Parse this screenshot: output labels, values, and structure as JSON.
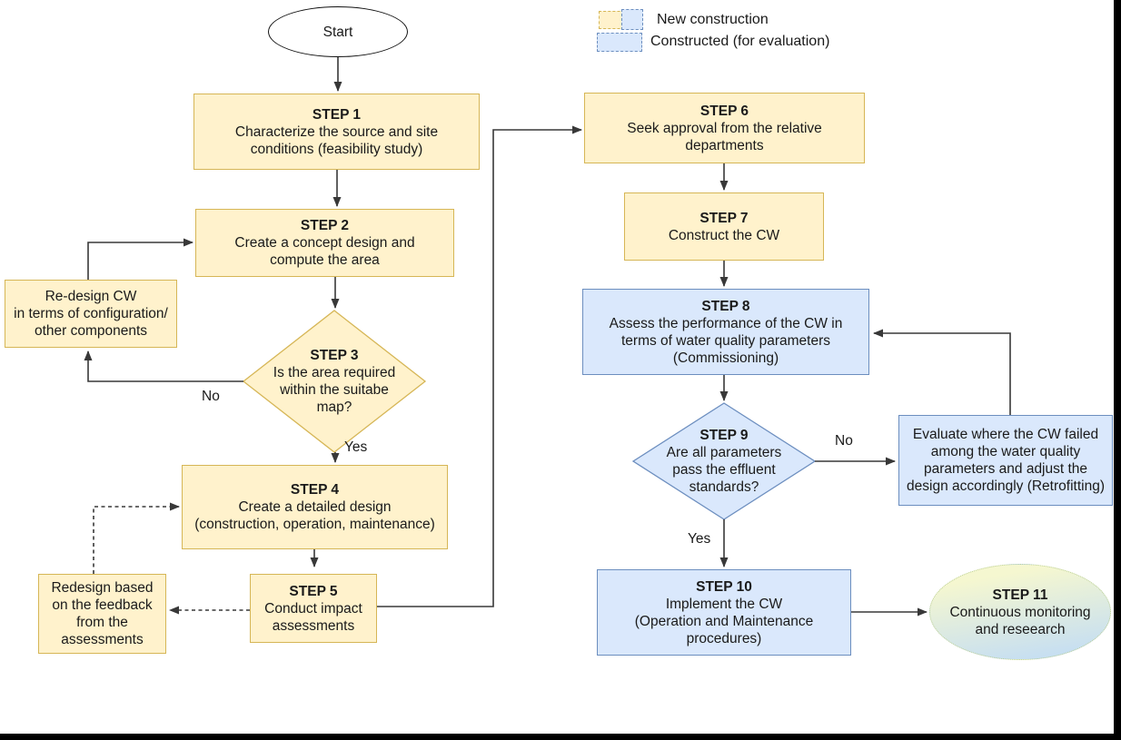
{
  "figure": {
    "type": "flowchart"
  },
  "colors": {
    "new_construction_fill": "#FFF2CC",
    "new_construction_border": "#D6B656",
    "constructed_fill": "#DAE8FC",
    "constructed_border": "#6C8EBF",
    "end_oval_top": "#F5F7D0",
    "end_oval_bottom": "#C7DFF1",
    "end_oval_border": "#BBCF96",
    "connector": "#383838"
  },
  "legend": {
    "items": [
      {
        "label": "New construction"
      },
      {
        "label": "Constructed (for evaluation)"
      }
    ]
  },
  "nodes": {
    "start": {
      "label": "Start"
    },
    "step1": {
      "title": "STEP 1",
      "body": "Characterize the source and site\nconditions (feasibility study)"
    },
    "step2": {
      "title": "STEP 2",
      "body": "Create a concept design and\ncompute the area"
    },
    "step3": {
      "title": "STEP 3",
      "body": "Is the area required\nwithin the suitabe\nmap?"
    },
    "redesign_cw": {
      "body": "Re-design CW\nin terms of configuration/\nother components"
    },
    "step4": {
      "title": "STEP 4",
      "body": "Create a detailed design\n(construction, operation, maintenance)"
    },
    "step5": {
      "title": "STEP 5",
      "body": "Conduct impact\nassessments"
    },
    "redesign_feedback": {
      "body": "Redesign based\non the feedback\nfrom the\nassessments"
    },
    "step6": {
      "title": "STEP 6",
      "body": "Seek approval from the relative\ndepartments"
    },
    "step7": {
      "title": "STEP 7",
      "body": "Construct the CW"
    },
    "step8": {
      "title": "STEP 8",
      "body": "Assess the performance of the CW in\nterms of water quality parameters\n(Commissioning)"
    },
    "step9": {
      "title": "STEP 9",
      "body": "Are all parameters\npass the effluent\nstandards?"
    },
    "evaluate": {
      "body": "Evaluate where the CW failed\namong the water quality\nparameters and adjust the\ndesign accordingly (Retrofitting)"
    },
    "step10": {
      "title": "STEP 10",
      "body": "Implement the CW\n(Operation and Maintenance\nprocedures)"
    },
    "step11": {
      "title": "STEP 11",
      "body": "Continuous monitoring\nand reseearch"
    }
  },
  "edge_labels": {
    "step3_no": "No",
    "step3_yes": "Yes",
    "step9_no": "No",
    "step9_yes": "Yes"
  }
}
